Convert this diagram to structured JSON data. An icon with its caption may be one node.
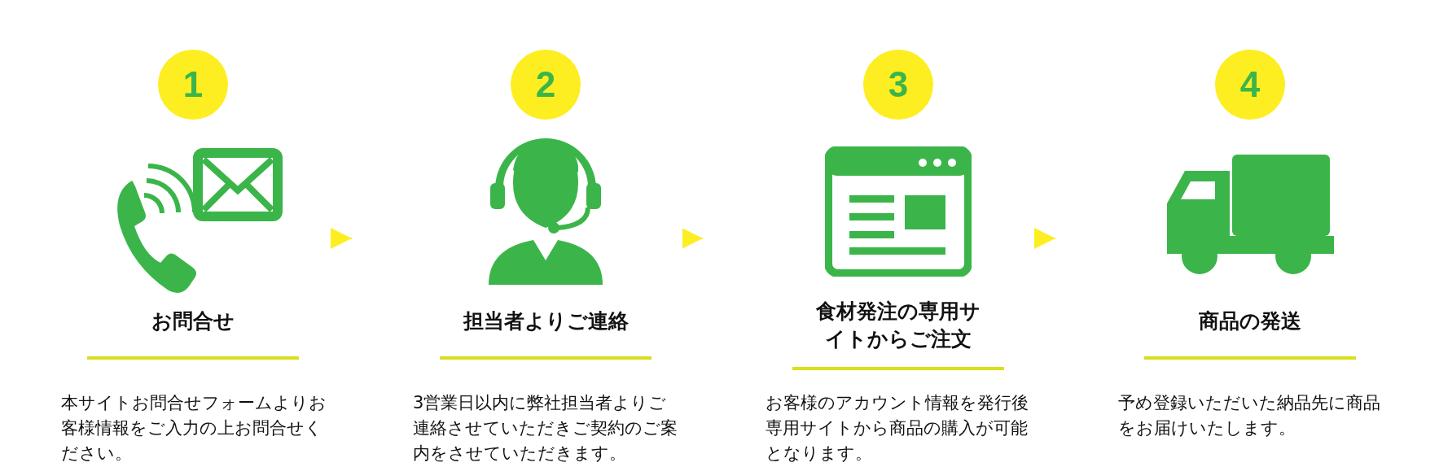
{
  "diagram": {
    "nodes": [
      {
        "text": [
          "1",
          "お問合せ",
          "本サイトお問合せフォームよりお客様情報をご入力の上お問合せください。"
        ]
      },
      {
        "text": [
          "2",
          "担当者よりご連絡",
          "3営業日以内に弊社担当者よりご連絡させていただきご契約のご案内をさせていただきます。"
        ]
      },
      {
        "text": [
          "3",
          "食材発注の専用サイトからご注文",
          "お客様のアカウント情報を発行後専用サイトから商品の購入が可能となります。"
        ]
      },
      {
        "text": [
          "4",
          "商品の発送",
          "予め登録いただいた納品先に商品をお届けいたします。"
        ]
      }
    ],
    "edges": [
      {
        "from": 0,
        "to": 1,
        "arrow": "to"
      },
      {
        "from": 1,
        "to": 2,
        "arrow": "to"
      },
      {
        "from": 2,
        "to": 3,
        "arrow": "to"
      }
    ]
  }
}
